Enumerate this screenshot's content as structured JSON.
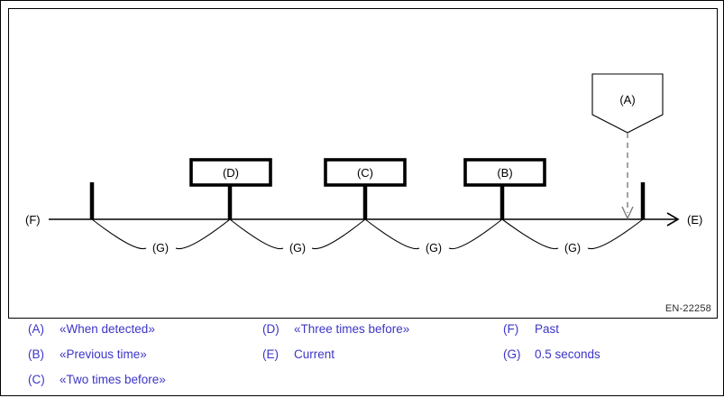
{
  "figure": {
    "reference": "EN-22258",
    "axis": {
      "left_label": "(F)",
      "right_label": "(E)"
    },
    "callout": {
      "label": "(A)"
    },
    "event_boxes": [
      {
        "label": "(D)"
      },
      {
        "label": "(C)"
      },
      {
        "label": "(B)"
      }
    ],
    "interval_labels": [
      {
        "label": "(G)"
      },
      {
        "label": "(G)"
      },
      {
        "label": "(G)"
      },
      {
        "label": "(G)"
      }
    ]
  },
  "legend": {
    "columns": [
      {
        "items": [
          {
            "key": "(A)",
            "text": "«When detected»"
          },
          {
            "key": "(B)",
            "text": "«Previous time»"
          },
          {
            "key": "(C)",
            "text": "«Two times before»"
          }
        ]
      },
      {
        "items": [
          {
            "key": "(D)",
            "text": "«Three times before»"
          },
          {
            "key": "(E)",
            "text": "Current"
          }
        ]
      },
      {
        "items": [
          {
            "key": "(F)",
            "text": "Past"
          },
          {
            "key": "(G)",
            "text": "0.5 seconds"
          }
        ]
      }
    ]
  },
  "colors": {
    "legend_text": "#3b35c8",
    "diagram_stroke": "#000000",
    "reference_text": "#2b2b2b",
    "background": "#ffffff"
  }
}
